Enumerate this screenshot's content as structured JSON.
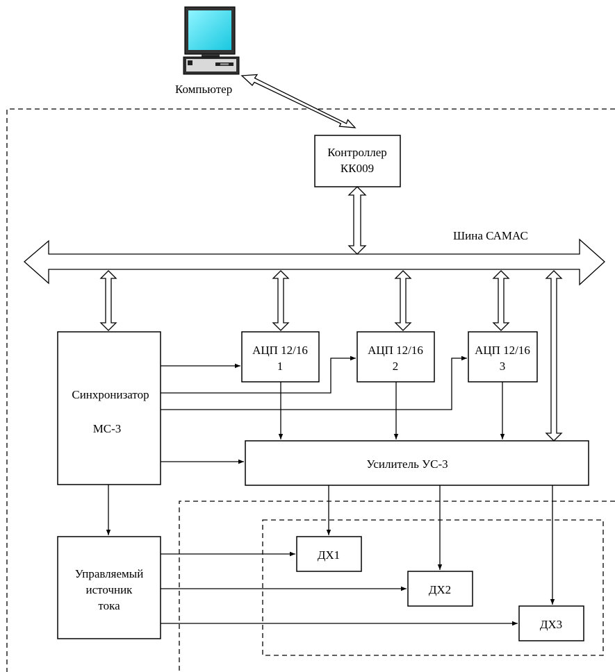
{
  "computer": {
    "label": "Компьютер",
    "icon": "computer-icon"
  },
  "controller": {
    "line1": "Контроллер",
    "line2": "КК009"
  },
  "bus": {
    "label": "Шина САМАС"
  },
  "synchronizer": {
    "line1": "Синхронизатор",
    "line2": "МС-3"
  },
  "adcs": [
    {
      "line1": "АЦП 12/16",
      "line2": "1"
    },
    {
      "line1": "АЦП 12/16",
      "line2": "2"
    },
    {
      "line1": "АЦП 12/16",
      "line2": "3"
    }
  ],
  "amplifier": {
    "label": "Усилитель УС-3"
  },
  "current_source": {
    "line1": "Управляемый",
    "line2": "источник",
    "line3": "тока"
  },
  "sensors": [
    {
      "label": "ДХ1"
    },
    {
      "label": "ДХ2"
    },
    {
      "label": "ДХ3"
    }
  ],
  "colors": {
    "screen": "#22d3ee",
    "line": "#000000"
  }
}
